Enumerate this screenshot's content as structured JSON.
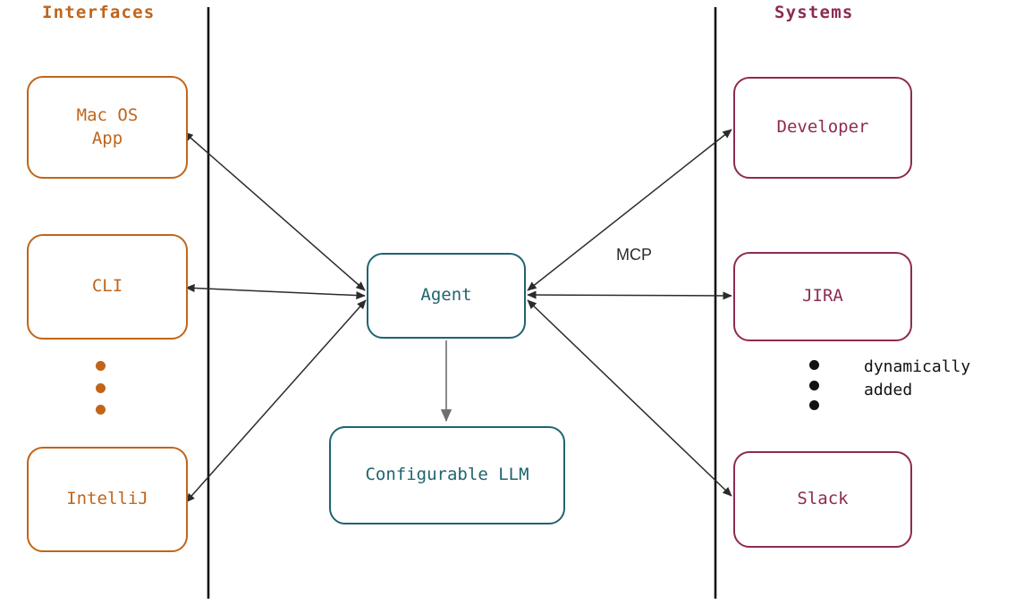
{
  "diagram": {
    "columns": {
      "interfaces_title": "Interfaces",
      "systems_title": "Systems"
    },
    "colors": {
      "interfaces": "#c0651a",
      "systems": "#8e2a53",
      "core": "#1f6470",
      "arrow": "#2b2b2b",
      "arrow_muted": "#8a8a8a",
      "divider": "#111111",
      "background": "#ffffff"
    },
    "nodes": {
      "macos": "Mac OS\nApp",
      "cli": "CLI",
      "intellij": "IntelliJ",
      "agent": "Agent",
      "llm": "Configurable LLM",
      "developer": "Developer",
      "jira": "JIRA",
      "slack": "Slack"
    },
    "labels": {
      "mcp": "MCP",
      "dynamically_added": "dynamically\nadded"
    },
    "ellipsis": {
      "interfaces_dots": 3,
      "systems_dots": 3
    },
    "edges": [
      {
        "from": "macos",
        "to": "agent",
        "direction": "bidirectional",
        "label": ""
      },
      {
        "from": "cli",
        "to": "agent",
        "direction": "bidirectional",
        "label": ""
      },
      {
        "from": "intellij",
        "to": "agent",
        "direction": "bidirectional",
        "label": ""
      },
      {
        "from": "agent",
        "to": "llm",
        "direction": "one-way",
        "label": ""
      },
      {
        "from": "agent",
        "to": "developer",
        "direction": "bidirectional",
        "label": ""
      },
      {
        "from": "agent",
        "to": "jira",
        "direction": "bidirectional",
        "label": "MCP"
      },
      {
        "from": "agent",
        "to": "slack",
        "direction": "bidirectional",
        "label": ""
      }
    ]
  }
}
